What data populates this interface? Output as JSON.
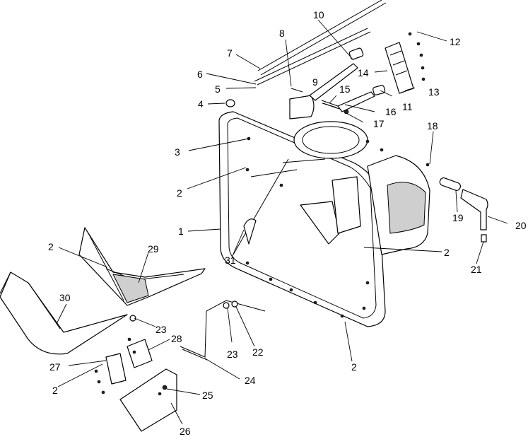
{
  "diagram": {
    "callouts": [
      "1",
      "2",
      "3",
      "4",
      "5",
      "6",
      "7",
      "8",
      "9",
      "10",
      "11",
      "12",
      "13",
      "14",
      "15",
      "16",
      "17",
      "18",
      "19",
      "20",
      "21",
      "22",
      "23",
      "24",
      "25",
      "26",
      "27",
      "28",
      "29",
      "30",
      "31"
    ],
    "label_2_repeat": "2",
    "label_23_repeat": "23"
  }
}
